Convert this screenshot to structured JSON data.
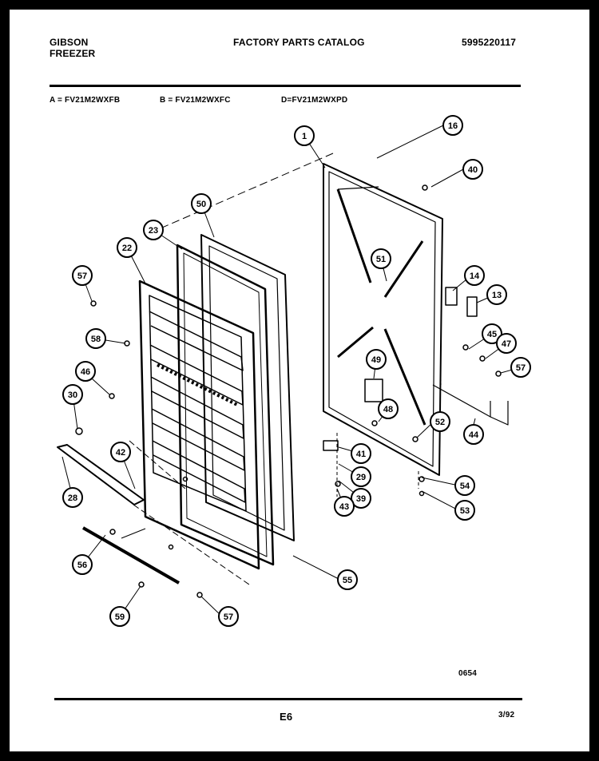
{
  "header": {
    "brand": "GIBSON",
    "product": "FREEZER",
    "title": "FACTORY PARTS CATALOG",
    "catalog_number": "5995220117"
  },
  "models": {
    "a": "A = FV21M2WXFB",
    "b": "B = FV21M2WXFC",
    "d": "D=FV21M2WXPD"
  },
  "diagram": {
    "callouts": [
      "1",
      "16",
      "40",
      "50",
      "23",
      "22",
      "51",
      "14",
      "13",
      "57",
      "58",
      "46",
      "45",
      "47",
      "57",
      "30",
      "49",
      "48",
      "52",
      "44",
      "41",
      "42",
      "29",
      "28",
      "39",
      "54",
      "43",
      "53",
      "56",
      "55",
      "59",
      "57"
    ],
    "drawing_number": "0654"
  },
  "footer": {
    "page": "E6",
    "date": "3/92"
  },
  "colors": {
    "ink": "#000000",
    "paper": "#ffffff"
  }
}
